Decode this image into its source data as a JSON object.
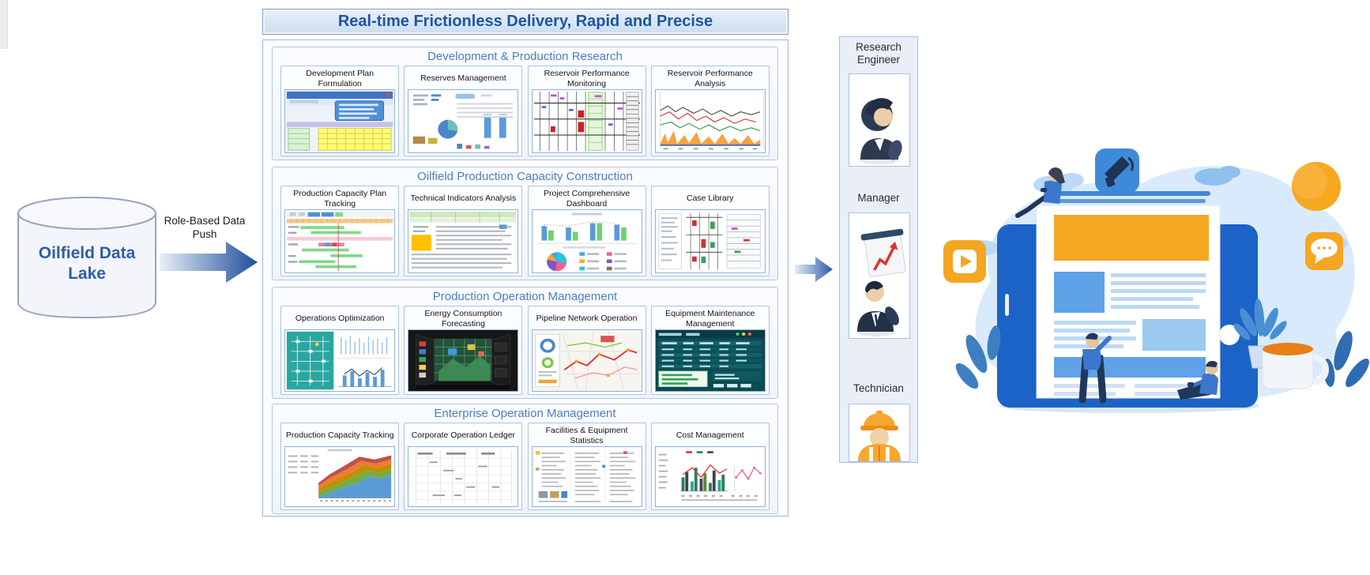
{
  "source": {
    "label": "Oilfield Data Lake"
  },
  "flow": {
    "label": "Role-Based Data Push"
  },
  "main": {
    "title": "Real-time Frictionless Delivery, Rapid and Precise",
    "sections": [
      {
        "title": "Development & Production Research",
        "apps": [
          "Development Plan Formulation",
          "Reserves Management",
          "Reservoir Performance Monitoring",
          "Reservoir Performance Analysis"
        ]
      },
      {
        "title": "Oilfield Production Capacity Construction",
        "apps": [
          "Production Capacity Plan Tracking",
          "Technical Indicators Analysis",
          "Project Comprehensive Dashboard",
          "Case Library"
        ]
      },
      {
        "title": "Production Operation Management",
        "apps": [
          "Operations Optimization",
          "Energy Consumption Forecasting",
          "Pipeline Network Operation",
          "Equipment Maintenance Management"
        ]
      },
      {
        "title": "Enterprise Operation Management",
        "apps": [
          "Production Capacity Tracking",
          "Corporate Operation Ledger",
          "Facilities & Equipment Statistics",
          "Cost Management"
        ]
      }
    ]
  },
  "roles": [
    {
      "label": "Research Engineer",
      "icon": "female-researcher-avatar"
    },
    {
      "label": "Manager",
      "icon": "manager-presenting-chart-avatar"
    },
    {
      "label": "Technician",
      "icon": "hardhat-worker-avatar"
    }
  ],
  "illustration": {
    "icons": [
      "megaphone-icon",
      "play-video-icon",
      "chat-bubble-icon",
      "sun-shape"
    ]
  },
  "colors": {
    "accent_blue": "#1d55a5",
    "section_blue": "#4a7fc1",
    "arrow_blue": "#1d4e9b",
    "orange": "#f5a623"
  }
}
